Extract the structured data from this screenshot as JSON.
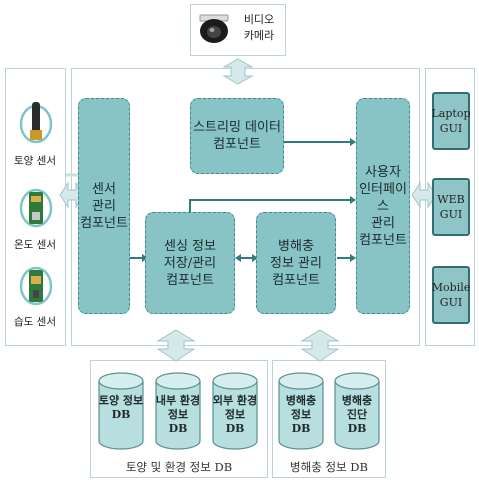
{
  "camera": {
    "label": "비디오\n카메라",
    "icon": "camera-icon"
  },
  "sensors": [
    {
      "label": "토양 센서",
      "icon": "soil-sensor-icon"
    },
    {
      "label": "온도 센서",
      "icon": "temperature-sensor-icon"
    },
    {
      "label": "습도 센서",
      "icon": "humidity-sensor-icon"
    }
  ],
  "components": {
    "sensor_mgmt": "센서\n관리\n컴포넌트",
    "streaming": "스트리밍 데이터\n컴포넌트",
    "sensing_storage": "센싱 정보\n저장/관리\n컴포넌트",
    "pest_info": "병해충\n정보 관리\n컴포넌트",
    "user_interface": "사용자\n인터페이스\n관리\n컴포넌트"
  },
  "guis": [
    "Laptop\nGUI",
    "WEB\nGUI",
    "Mobile\nGUI"
  ],
  "databases": {
    "env_group": [
      "토양 정보\nDB",
      "내부 환경\n정보\nDB",
      "외부 환경\n정보\nDB"
    ],
    "pest_group": [
      "병해충\n정보\nDB",
      "병해충\n진단\nDB"
    ]
  },
  "group_labels": {
    "env": "토양 및 환경 정보 DB",
    "pest": "병해충 정보 DB"
  },
  "colors": {
    "component_fill": "#88c3c6",
    "component_border": "#3b8a8e",
    "db_fill": "#b8dfe0",
    "arrow_fill": "#d5e9ea"
  }
}
